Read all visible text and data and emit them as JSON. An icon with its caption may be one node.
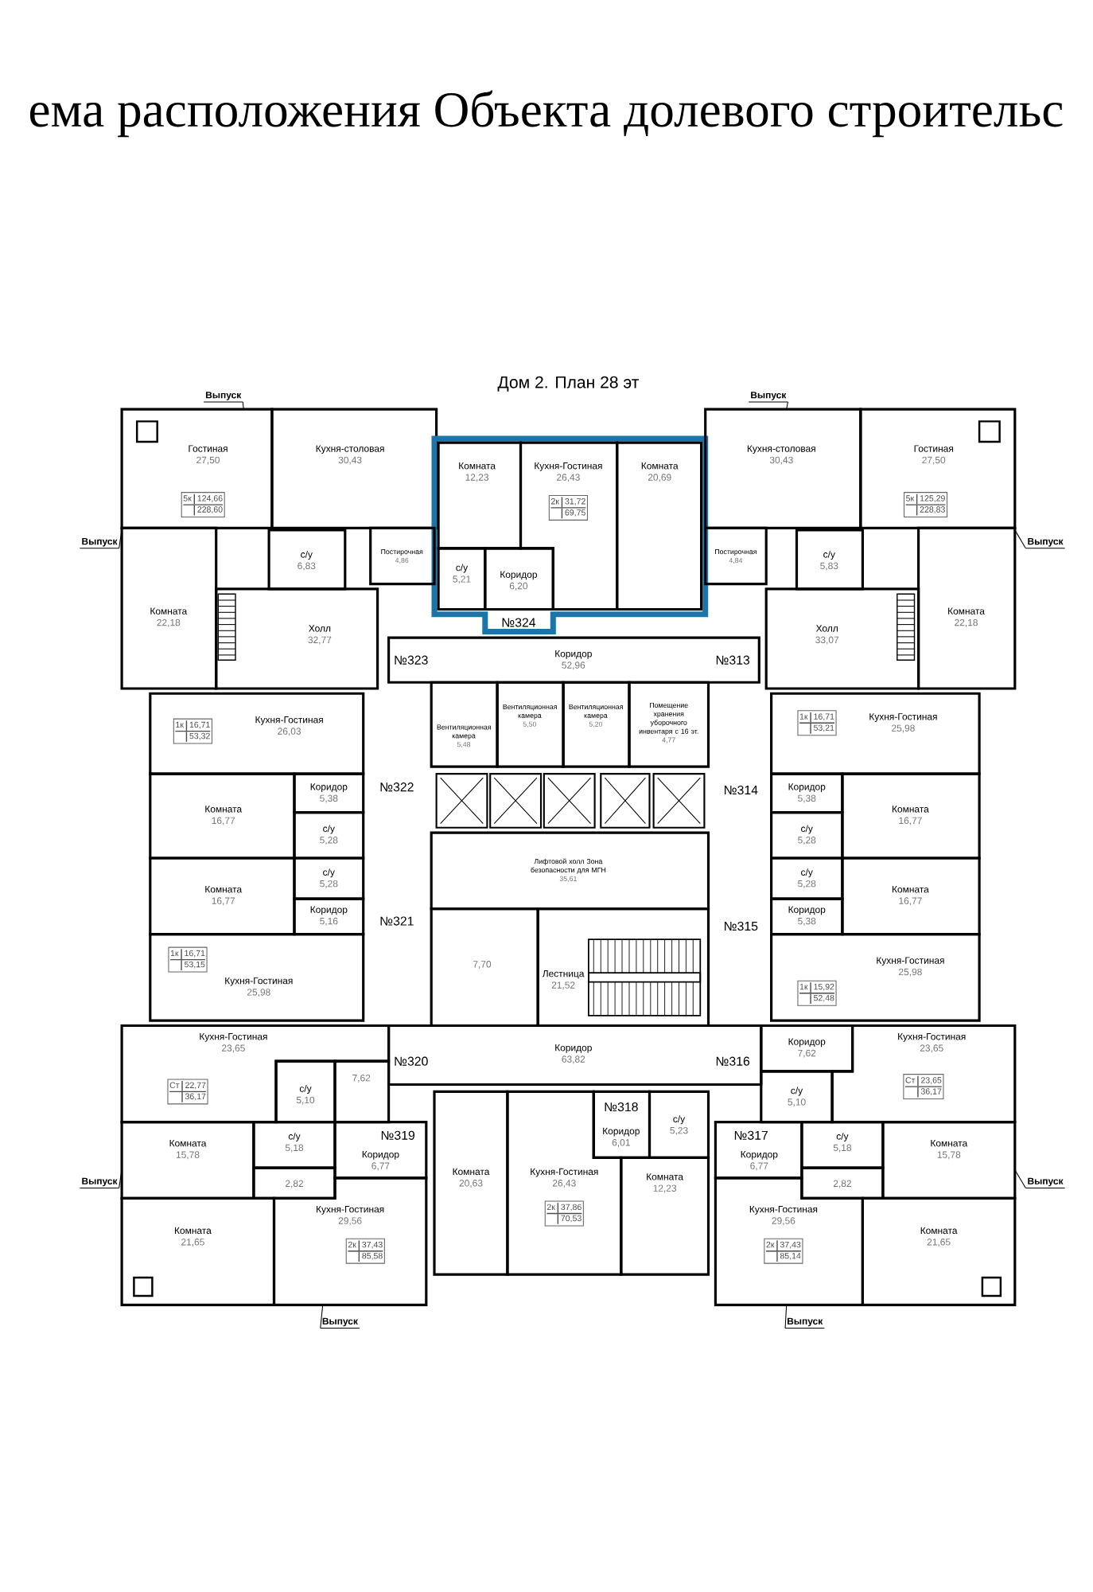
{
  "diagram": {
    "title": "ема расположения Объекта долевого строительс",
    "nodes": [
      {
        "text": [
          "Выпуск"
        ]
      },
      {
        "text": [
          "Выпуск"
        ]
      },
      {
        "text": [
          "Гостиная",
          "27,50"
        ]
      },
      {
        "text": [
          "Кухня-столовая",
          "30,43"
        ]
      },
      {
        "text": [
          "5к",
          "124,66",
          "228,60"
        ],
        "in": 2
      },
      {
        "text": [],
        "shape": "box"
      },
      {
        "text": [
          "Комната",
          "12,23"
        ],
        "in": 5
      },
      {
        "text": [
          "Кухня-Гостиная",
          "26,43"
        ],
        "in": 5
      },
      {
        "text": [
          "Комната",
          "20,69"
        ],
        "in": 5
      },
      {
        "text": [
          "2к",
          "31,72",
          "69,75"
        ],
        "in": 7
      },
      {
        "text": [
          "Кухня-столовая",
          "30,43"
        ]
      },
      {
        "text": [
          "Гостиная",
          "27,50"
        ]
      },
      {
        "text": [
          "5к",
          "125,29",
          "228,83"
        ],
        "in": 11
      },
      {
        "text": [
          "Выпуск"
        ]
      },
      {
        "text": [
          "Выпуск"
        ]
      },
      {
        "text": [
          "Комната",
          "22,18"
        ]
      },
      {
        "text": [
          "с/у",
          "6,83"
        ]
      },
      {
        "text": [
          "Постирочная",
          "4,86"
        ]
      },
      {
        "text": [
          "с/у",
          "5,21"
        ],
        "in": 5
      },
      {
        "text": [
          "Коридор",
          "6,20"
        ],
        "in": 5
      },
      {
        "text": [
          "Постирочная",
          "4,84"
        ]
      },
      {
        "text": [
          "с/у",
          "5,83"
        ]
      },
      {
        "text": [
          "Комната",
          "22,18"
        ]
      },
      {
        "text": [
          "Холл",
          "32,77"
        ]
      },
      {
        "text": [
          "Холл",
          "33,07"
        ]
      },
      {
        "text": [
          "Коридор",
          "52,96"
        ]
      },
      {
        "text": [
          "1к",
          "16,71",
          "53,32"
        ],
        "in": 27
      },
      {
        "text": [
          "Кухня-Гостиная",
          "26,03"
        ]
      },
      {
        "text": [
          "Вентиляционная камера",
          "5,48"
        ]
      },
      {
        "text": [
          "Вентиляционная камера",
          "5,50"
        ]
      },
      {
        "text": [
          "Вентиляционная камера",
          "5,20"
        ]
      },
      {
        "text": [
          "Помещение хранения уборочного инвентаря с 16 эт.",
          "4,77"
        ]
      },
      {
        "text": [
          "Кухня-Гостиная",
          "25,98"
        ]
      },
      {
        "text": [
          "1к",
          "16,71",
          "53,21"
        ],
        "in": 32
      },
      {
        "text": [
          "Коридор",
          "5,38"
        ]
      },
      {
        "text": [
          "Коридор",
          "5,38"
        ]
      },
      {
        "text": [
          "Комната",
          "16,77"
        ]
      },
      {
        "text": [
          "с/у",
          "5,28"
        ]
      },
      {
        "text": [
          "Комната",
          "16,77"
        ]
      },
      {
        "text": [
          "с/у",
          "5,28"
        ]
      },
      {
        "text": [
          "Лифтовой холл Зона безопасности для МГН",
          "35,61"
        ]
      },
      {
        "text": [
          "Комната",
          "16,77"
        ]
      },
      {
        "text": [
          "с/у",
          "5,28"
        ]
      },
      {
        "text": [
          "с/у",
          "5,28"
        ]
      },
      {
        "text": [
          "Комната",
          "16,77"
        ]
      },
      {
        "text": [
          "Коридор",
          "5,16"
        ]
      },
      {
        "text": [
          "Коридор",
          "5,38"
        ]
      },
      {
        "text": [
          "7,70"
        ]
      },
      {
        "text": [
          "Лестница",
          "21,52"
        ]
      },
      {
        "text": [
          "1к",
          "16,71",
          "53,15"
        ],
        "in": 50
      },
      {
        "text": [
          "Кухня-Гостиная",
          "25,98"
        ]
      },
      {
        "text": [
          "Кухня-Гостиная",
          "25,98"
        ]
      },
      {
        "text": [
          "1к",
          "15,92",
          "52,48"
        ],
        "in": 51
      },
      {
        "text": [
          "Коридор",
          "63,82"
        ]
      },
      {
        "text": [
          "Кухня-Гостиная",
          "23,65"
        ]
      },
      {
        "text": [
          "7,62"
        ]
      },
      {
        "text": [
          "Коридор",
          "7,62"
        ]
      },
      {
        "text": [
          "Кухня-Гостиная",
          "23,65"
        ]
      },
      {
        "text": [
          "Ст",
          "22,77",
          "36,17"
        ],
        "in": 54
      },
      {
        "text": [
          "с/у",
          "5,10"
        ]
      },
      {
        "text": [
          "с/у",
          "5,10"
        ]
      },
      {
        "text": [
          "Ст",
          "23,65",
          "36,17"
        ],
        "in": 57
      },
      {
        "text": [
          "Коридор",
          "6,01"
        ]
      },
      {
        "text": [
          "с/у",
          "5,23"
        ]
      },
      {
        "text": [
          "Комната",
          "15,78"
        ]
      },
      {
        "text": [
          "с/у",
          "5,18"
        ]
      },
      {
        "text": [
          "Коридор",
          "6,77"
        ]
      },
      {
        "text": [
          "с/у",
          "5,18"
        ]
      },
      {
        "text": [
          "Коридор",
          "6,77"
        ]
      },
      {
        "text": [
          "Комната",
          "15,78"
        ]
      },
      {
        "text": [
          "Комната",
          "20,63"
        ]
      },
      {
        "text": [
          "Кухня-Гостиная",
          "26,43"
        ]
      },
      {
        "text": [
          "Комната",
          "12,23"
        ]
      },
      {
        "text": [
          "Кухня-Гостиная",
          "29,56"
        ]
      },
      {
        "text": [
          "Кухня-Гостиная",
          "29,56"
        ]
      },
      {
        "text": [
          "2,82"
        ]
      },
      {
        "text": [
          "2,82"
        ]
      },
      {
        "text": [
          "Выпуск"
        ]
      },
      {
        "text": [
          "Выпуск"
        ]
      },
      {
        "text": [
          "2к",
          "37,86",
          "70,53"
        ],
        "in": 71
      },
      {
        "text": [
          "2к",
          "37,43",
          "85,58"
        ],
        "in": 73
      },
      {
        "text": [
          "2к",
          "37,43",
          "85,14"
        ],
        "in": 74
      },
      {
        "text": [
          "Комната",
          "21,65"
        ]
      },
      {
        "text": [
          "Комната",
          "21,65"
        ]
      },
      {
        "text": [
          "Выпуск"
        ]
      },
      {
        "text": [
          "Выпуск"
        ]
      }
    ],
    "edges": [
      {
        "from": 0,
        "to": 2,
        "arrow": "none"
      },
      {
        "from": 1,
        "to": 10,
        "arrow": "none"
      },
      {
        "from": 13,
        "to": 15,
        "arrow": "none"
      },
      {
        "from": 14,
        "to": 22,
        "arrow": "none"
      },
      {
        "from": 77,
        "to": 64,
        "arrow": "none"
      },
      {
        "from": 78,
        "to": 69,
        "arrow": "none"
      },
      {
        "from": 84,
        "to": 73,
        "arrow": "none"
      },
      {
        "from": 85,
        "to": 74,
        "arrow": "none"
      }
    ],
    "labels": [
      "Дом 2. План 28 эт",
      "№324",
      "№323",
      "№313",
      "№322",
      "№314",
      "№321",
      "№315",
      "№320",
      "№316",
      "№318",
      "№319",
      "№317"
    ]
  }
}
